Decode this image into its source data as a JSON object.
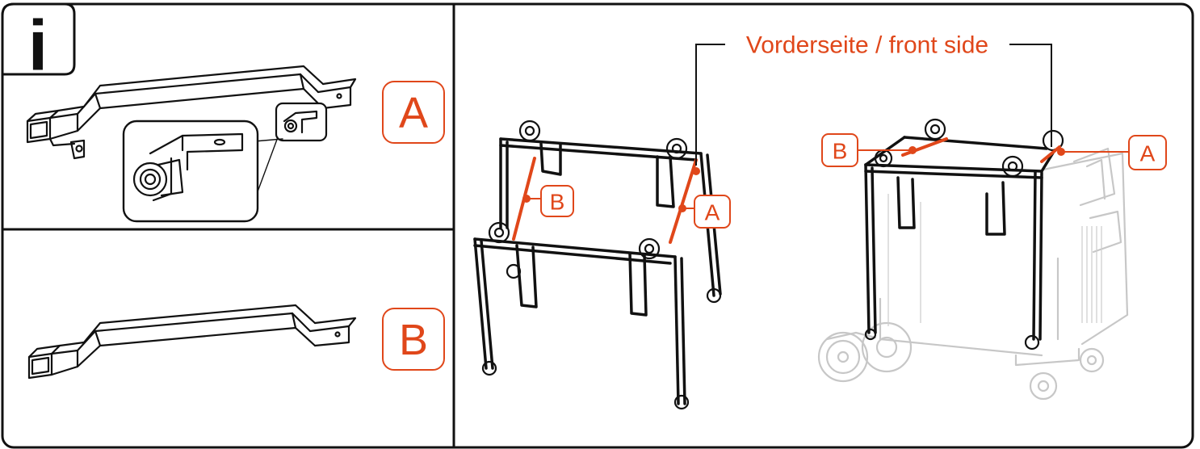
{
  "header": {
    "info_badge": "i",
    "front_side_label": "Vorderseite / front side"
  },
  "parts": {
    "a_label": "A",
    "b_label": "B"
  },
  "colors": {
    "accent": "#e0471a",
    "line": "#111111",
    "ghost": "#c7c7c7",
    "background": "#ffffff"
  }
}
